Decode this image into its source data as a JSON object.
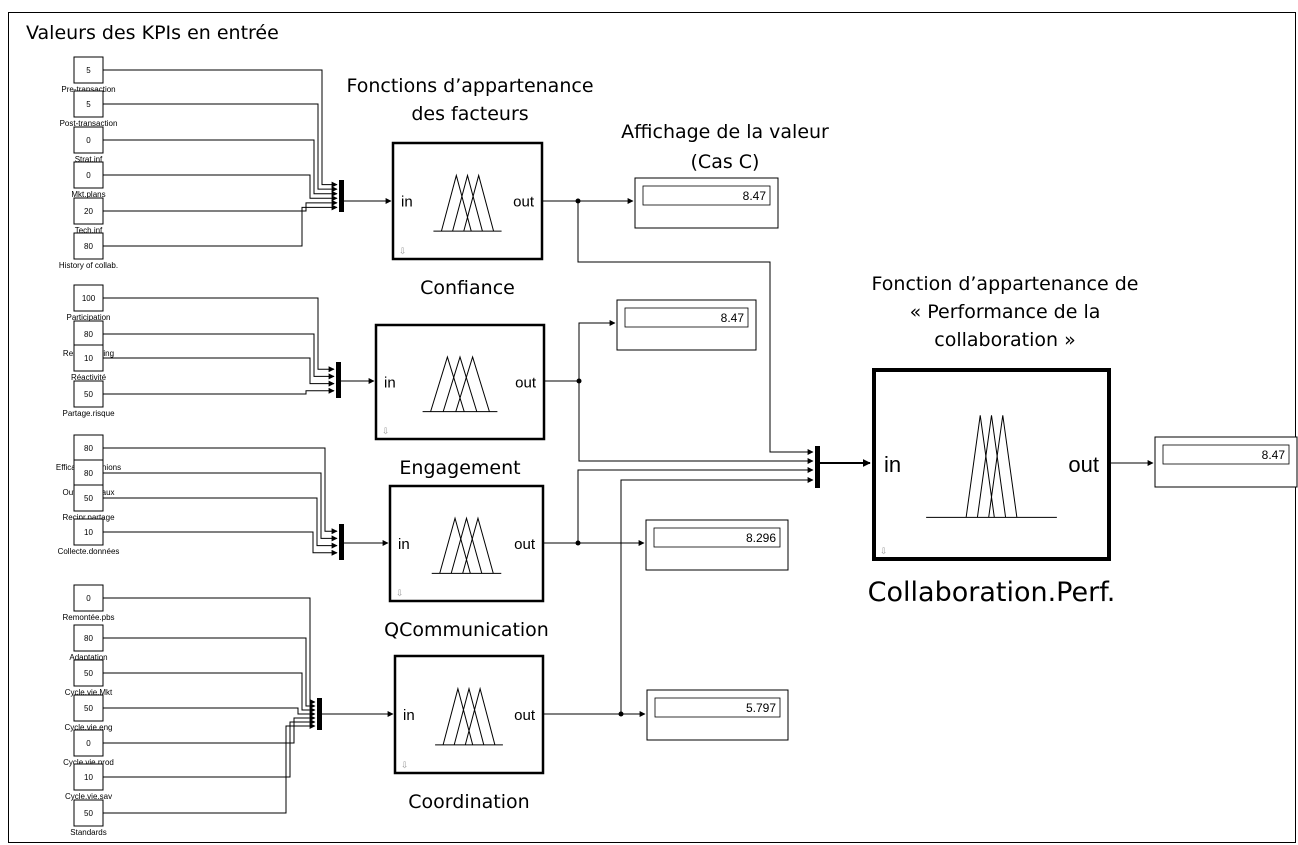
{
  "annotations": {
    "input_kpis": "Valeurs des KPIs en entrée",
    "membership_factors_line1": "Fonctions d’appartenance",
    "membership_factors_line2": "des facteurs",
    "display_value_line1": "Affichage de la valeur",
    "display_value_line2": "(Cas C)",
    "perf_membership_line1": "Fonction d’appartenance de",
    "perf_membership_line2": "« Performance de la",
    "perf_membership_line3": "collaboration »"
  },
  "fuzzy_blocks": [
    {
      "id": "confiance",
      "name": "Confiance",
      "in_label": "in",
      "out_label": "out"
    },
    {
      "id": "engagement",
      "name": "Engagement",
      "in_label": "in",
      "out_label": "out"
    },
    {
      "id": "qcommunication",
      "name": "QCommunication",
      "in_label": "in",
      "out_label": "out"
    },
    {
      "id": "coordination",
      "name": "Coordination",
      "in_label": "in",
      "out_label": "out"
    }
  ],
  "main_block": {
    "name": "Collaboration.Perf.",
    "in_label": "in",
    "out_label": "out"
  },
  "displays": [
    {
      "id": "confiance",
      "value": "8.47"
    },
    {
      "id": "engagement",
      "value": "8.47"
    },
    {
      "id": "qcommunication",
      "value": "8.296"
    },
    {
      "id": "coordination",
      "value": "5.797"
    },
    {
      "id": "final",
      "value": "8.47"
    }
  ],
  "input_groups": [
    {
      "block": "confiance",
      "inputs": [
        {
          "value": "5",
          "label": "Pre-transaction"
        },
        {
          "value": "5",
          "label": "Post-transaction"
        },
        {
          "value": "0",
          "label": "Strat.inf"
        },
        {
          "value": "0",
          "label": "Mkt.plans"
        },
        {
          "value": "20",
          "label": "Tech.inf"
        },
        {
          "value": "80",
          "label": "History of collab."
        }
      ]
    },
    {
      "block": "engagement",
      "inputs": [
        {
          "value": "100",
          "label": "Participation"
        },
        {
          "value": "80",
          "label": "Resp.planning"
        },
        {
          "value": "10",
          "label": "Réactivité"
        },
        {
          "value": "50",
          "label": "Partage.risque"
        }
      ]
    },
    {
      "block": "qcommunication",
      "inputs": [
        {
          "value": "80",
          "label": "Efficacité.reunions"
        },
        {
          "value": "80",
          "label": "Ouvert.canaux"
        },
        {
          "value": "50",
          "label": "Recipr.partage"
        },
        {
          "value": "10",
          "label": "Collecte.données"
        }
      ]
    },
    {
      "block": "coordination",
      "inputs": [
        {
          "value": "0",
          "label": "Remontée.pbs"
        },
        {
          "value": "80",
          "label": "Adaptation"
        },
        {
          "value": "50",
          "label": "Cycle.vie.Mkt"
        },
        {
          "value": "50",
          "label": "Cycle.vie.eng"
        },
        {
          "value": "0",
          "label": "Cycle.vie.prod"
        },
        {
          "value": "10",
          "label": "Cycle.vie.sav"
        },
        {
          "value": "50",
          "label": "Standards"
        }
      ]
    }
  ]
}
